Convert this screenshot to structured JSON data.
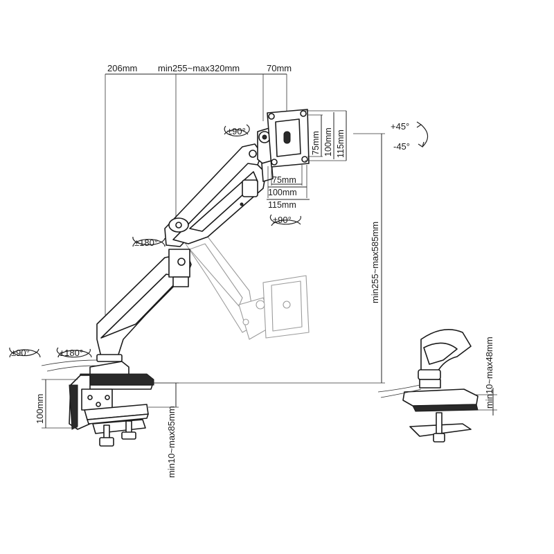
{
  "dimensions": {
    "arm_reach": "206mm",
    "arm_span": "min255~max320mm",
    "bracket_offset": "70mm",
    "vesa_h_75": "75mm",
    "vesa_h_100": "100mm",
    "vesa_h_115": "115mm",
    "vesa_w_75": "75mm",
    "vesa_w_100": "100mm",
    "vesa_w_115": "115mm",
    "height_range": "min255~max585mm",
    "clamp_height": "100mm",
    "desk_thickness_clamp": "min10~max85mm",
    "desk_thickness_grommet": "min10~max48mm"
  },
  "rotations": {
    "head_swivel": "±90°",
    "head_rotate": "±90°",
    "elbow_swivel": "±180°",
    "base_swivel": "±90°",
    "base_rotate": "±180°",
    "tilt_up": "+45°",
    "tilt_down": "-45°"
  }
}
